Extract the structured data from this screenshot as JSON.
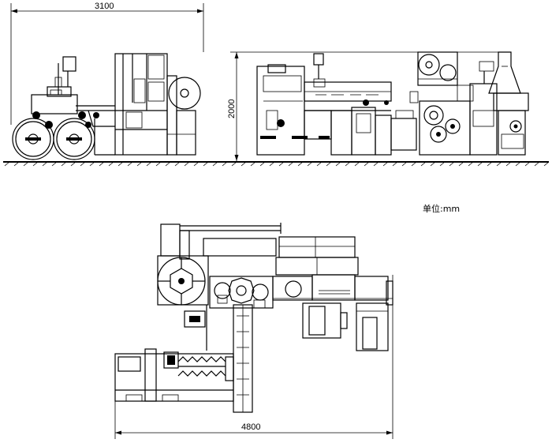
{
  "dimensions": {
    "top_width": "3100",
    "side_height": "2000",
    "bottom_width": "4800"
  },
  "unit_label": "单位:mm"
}
